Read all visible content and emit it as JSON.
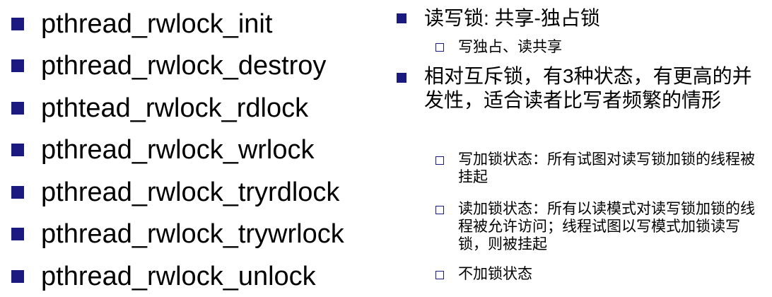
{
  "left_list": {
    "items": [
      "pthread_rwlock_init",
      "pthread_rwlock_destroy",
      "pthtead_rwlock_rdlock",
      "pthread_rwlock_wrlock",
      "pthread_rwlock_tryrdlock",
      "pthread_rwlock_trywrlock",
      "pthread_rwlock_unlock"
    ]
  },
  "right_list": {
    "item1": {
      "text": "读写锁: 共享-独占锁",
      "sub": [
        "写独占、读共享"
      ]
    },
    "item2": {
      "text": "相对互斥锁，有3种状态，有更高的并发性，适合读者比写者频繁的情形",
      "sub": [
        "写加锁状态：所有试图对读写锁加锁的线程被挂起",
        "读加锁状态：所有以读模式对读写锁加锁的线程被允许访问；线程试图以写模式加锁读写锁，则被挂起",
        "不加锁状态"
      ]
    }
  },
  "colors": {
    "bullet": "#1a1a80",
    "text": "#000000"
  }
}
